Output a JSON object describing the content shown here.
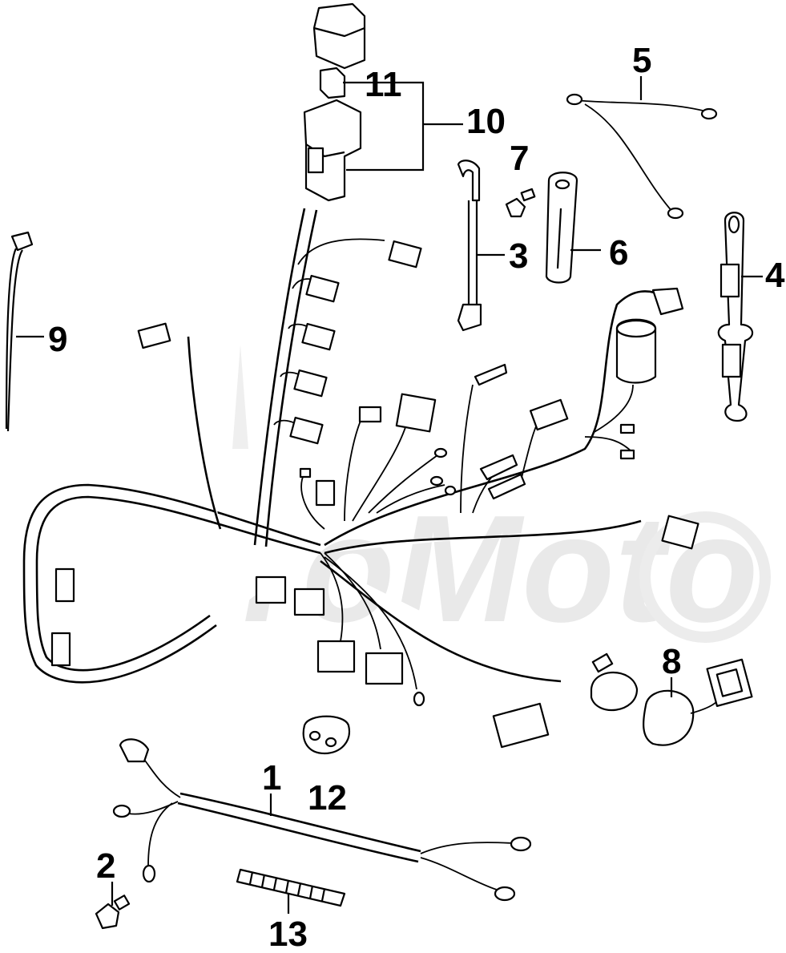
{
  "watermark": {
    "text": "AeroMoto"
  },
  "callouts": [
    {
      "id": "1",
      "label": "1"
    },
    {
      "id": "2",
      "label": "2"
    },
    {
      "id": "3",
      "label": "3"
    },
    {
      "id": "4",
      "label": "4"
    },
    {
      "id": "5",
      "label": "5"
    },
    {
      "id": "6",
      "label": "6"
    },
    {
      "id": "7",
      "label": "7"
    },
    {
      "id": "8",
      "label": "8"
    },
    {
      "id": "9",
      "label": "9"
    },
    {
      "id": "10",
      "label": "10"
    },
    {
      "id": "11",
      "label": "11"
    },
    {
      "id": "12",
      "label": "12"
    },
    {
      "id": "13",
      "label": "13"
    }
  ]
}
